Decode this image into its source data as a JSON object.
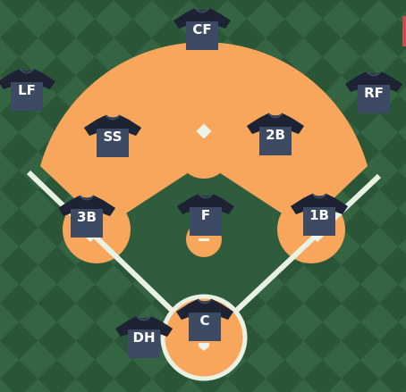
{
  "colors": {
    "grass_dark": "#2b5537",
    "grass_light": "#346442",
    "dirt": "#f7a65b",
    "line": "#e8f1e3",
    "base": "#eef3ea",
    "jersey": "#3c4a63",
    "jersey_collar": "#1d2333",
    "label": "#ffffff"
  },
  "positions": [
    {
      "id": "cf",
      "label": "CF"
    },
    {
      "id": "lf",
      "label": "LF"
    },
    {
      "id": "rf",
      "label": "RF"
    },
    {
      "id": "ss",
      "label": "SS"
    },
    {
      "id": "2b",
      "label": "2B"
    },
    {
      "id": "3b",
      "label": "3B"
    },
    {
      "id": "f",
      "label": "F"
    },
    {
      "id": "1b",
      "label": "1B"
    },
    {
      "id": "c",
      "label": "C"
    },
    {
      "id": "dh",
      "label": "DH"
    }
  ]
}
